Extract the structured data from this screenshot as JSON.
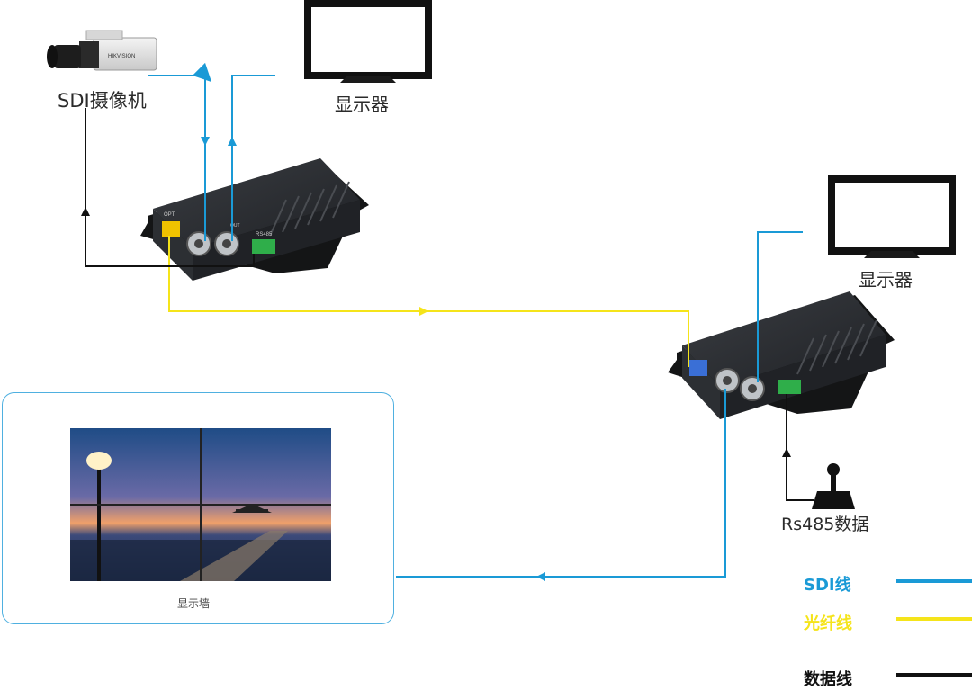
{
  "labels": {
    "camera": "SDI摄像机",
    "monitor_top": "显示器",
    "monitor_right": "显示器",
    "rs485": "Rs485数据",
    "video_wall": "显示墙"
  },
  "device": {
    "port_opt": "OPT",
    "port_rs485": "RS485",
    "port_out": "OUT",
    "camera_brand": "HIKVISION"
  },
  "legend": [
    {
      "label": "SDI线",
      "color": "#1a9ad6"
    },
    {
      "label": "光纤线",
      "color": "#f5e41a"
    },
    {
      "label": "数据线",
      "color": "#111111"
    }
  ],
  "colors": {
    "sdi": "#1a9ad6",
    "fiber": "#f5e41a",
    "data": "#111111",
    "box_border": "#4fb0e0",
    "device_body": "#2c2f33"
  }
}
